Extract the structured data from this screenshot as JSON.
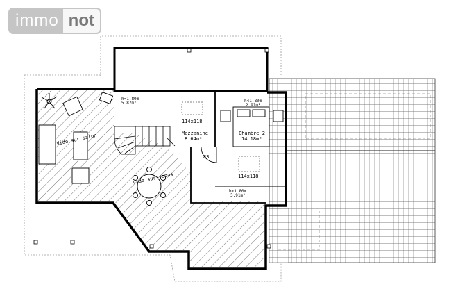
{
  "watermark": {
    "part1": "immo",
    "part2": "not"
  },
  "plan": {
    "labels": {
      "mezz_h": "h<1.80m",
      "mezz_h_area": "5.87m²",
      "mezz_window": "114x118",
      "mezz_name": "Mezzanine",
      "mezz_area": "8.64m²",
      "ch2_h": "h<1.80m",
      "ch2_h_area": "2.91m²",
      "ch2_name": "Chambre 2",
      "ch2_area": "14.18m²",
      "door_83": "83",
      "ch2_window": "114x118",
      "bottom_h": "h<1.80m",
      "bottom_h_area": "3.91m²",
      "void_salon": "Vide sur salon",
      "void_repas": "Vide sur repas"
    }
  },
  "colors": {
    "wall": "#000000",
    "hatch": "#555555",
    "dotted": "#9a9a9a"
  }
}
